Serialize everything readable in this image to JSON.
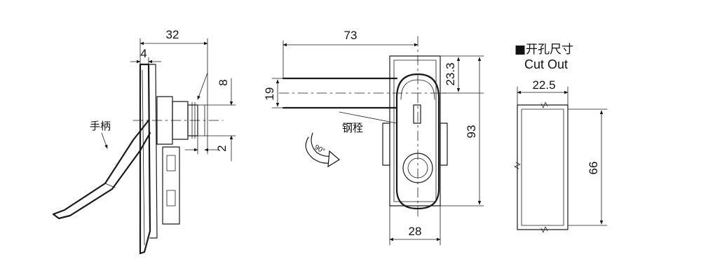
{
  "side_view": {
    "dim_width": "32",
    "dim_plate": "4",
    "dim_height": "8",
    "dim_offset": "2",
    "label_handle": "手柄"
  },
  "front_view": {
    "dim_length": "73",
    "dim_bolt_height": "19",
    "dim_top": "23.3",
    "dim_total_height": "93",
    "dim_width": "28",
    "label_bolt": "钢栓",
    "rotation_label": "90°"
  },
  "cutout": {
    "title_cn": "■开孔尺寸",
    "title_en": "Cut Out",
    "dim_width": "22.5",
    "dim_height": "66"
  }
}
